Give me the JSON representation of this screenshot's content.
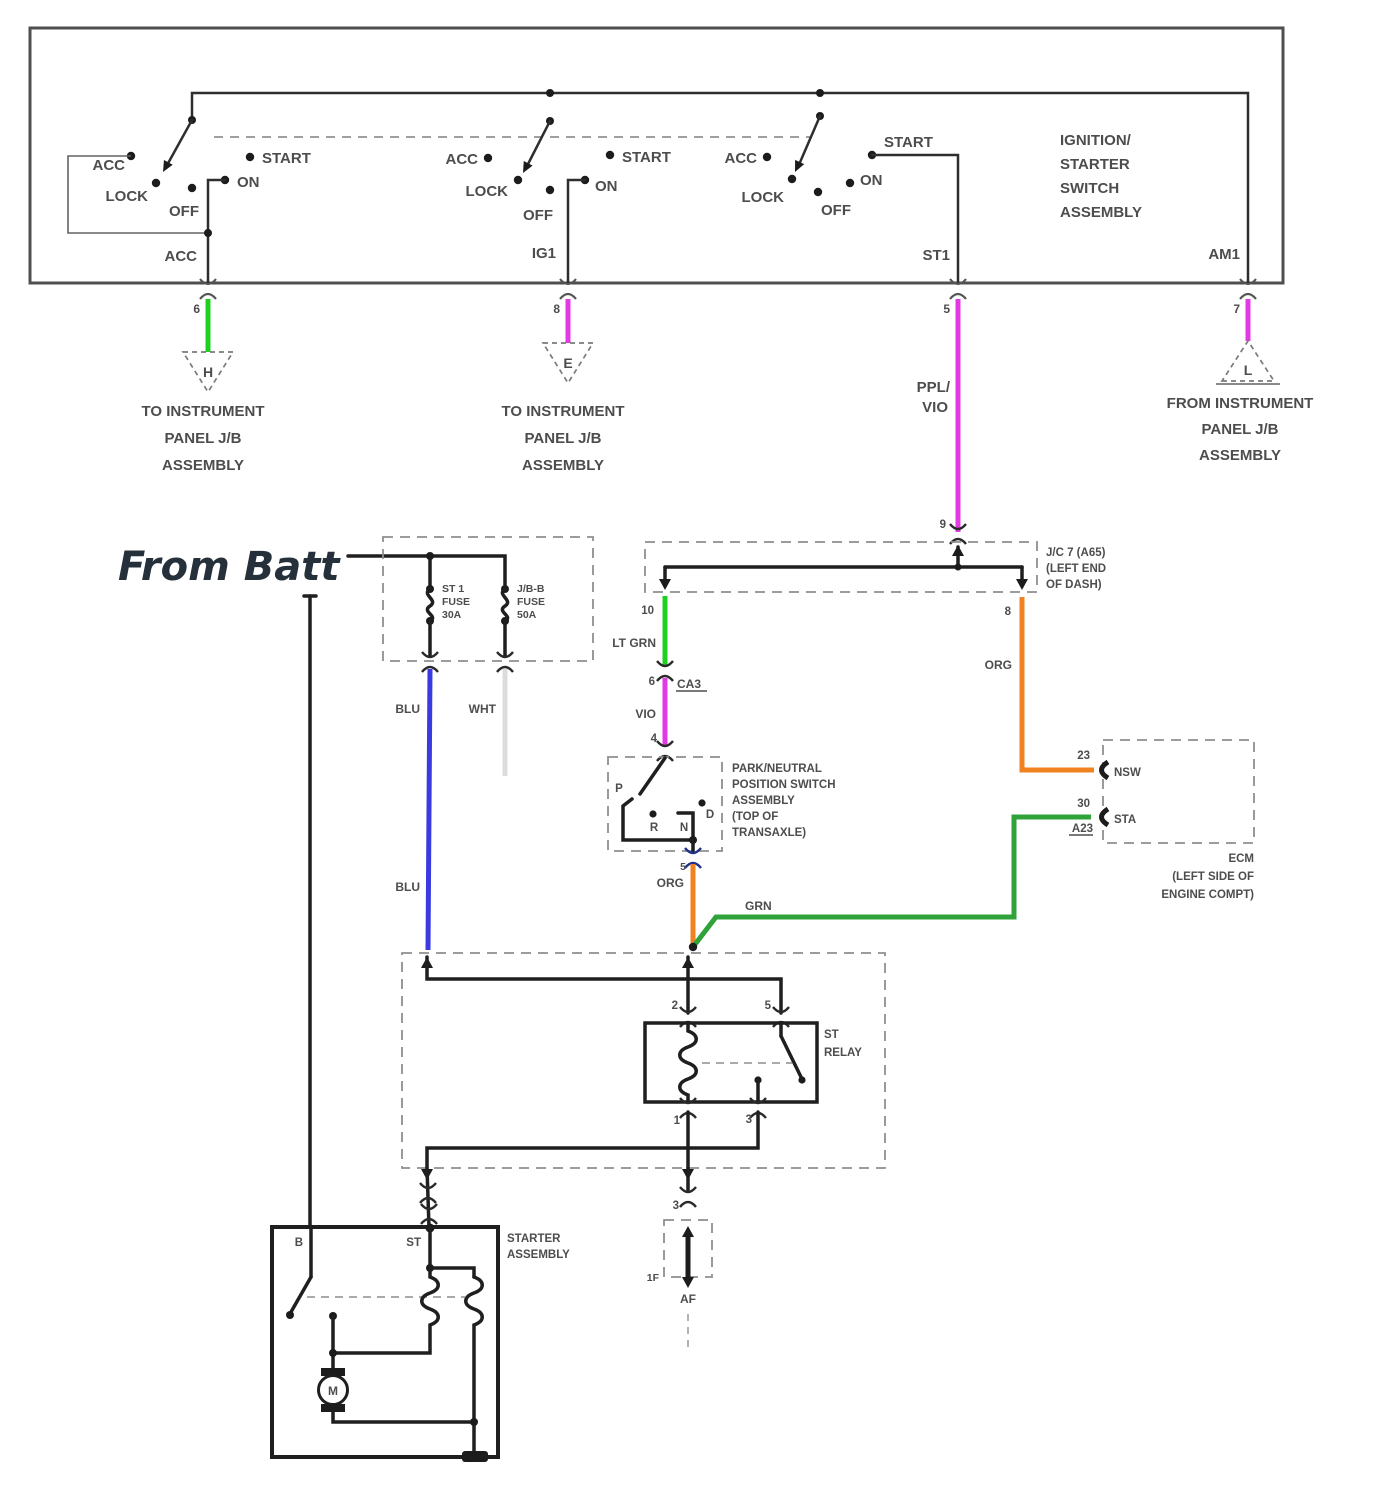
{
  "ignition": {
    "title": [
      "IGNITION/",
      "STARTER",
      "SWITCH",
      "ASSEMBLY"
    ],
    "switches": [
      {
        "acc": "ACC",
        "lock": "LOCK",
        "off": "OFF",
        "on": "ON",
        "start": "START",
        "out": "ACC",
        "pin": "6"
      },
      {
        "acc": "ACC",
        "lock": "LOCK",
        "off": "OFF",
        "on": "ON",
        "start": "START",
        "out": "IG1",
        "pin": "8"
      },
      {
        "acc": "ACC",
        "lock": "LOCK",
        "off": "OFF",
        "on": "ON",
        "start": "START",
        "out": "ST1",
        "pin": "5"
      }
    ],
    "am1": "AM1",
    "am1_pin": "7"
  },
  "triangles": {
    "h": {
      "letter": "H",
      "lines": [
        "TO INSTRUMENT",
        "PANEL J/B",
        "ASSEMBLY"
      ]
    },
    "e": {
      "letter": "E",
      "lines": [
        "TO INSTRUMENT",
        "PANEL J/B",
        "ASSEMBLY"
      ]
    },
    "l": {
      "letter": "L",
      "lines": [
        "FROM INSTRUMENT",
        "PANEL J/B",
        "ASSEMBLY"
      ]
    }
  },
  "battery": {
    "label": "From Batt"
  },
  "fusebox": {
    "fuse1": [
      "ST 1",
      "FUSE",
      "30A"
    ],
    "fuse2": [
      "J/B-B",
      "FUSE",
      "50A"
    ]
  },
  "wire_labels": {
    "ppl": "PPL/",
    "vio_top": "VIO",
    "blu_upper": "BLU",
    "blu_lower": "BLU",
    "wht": "WHT",
    "lt_grn": "LT GRN",
    "vio": "VIO",
    "org_right": "ORG",
    "org_mid": "ORG",
    "grn": "GRN"
  },
  "jc7": {
    "pin_in": "9",
    "pin_left": "10",
    "pin_right": "8",
    "lines": [
      "J/C 7 (A65)",
      "(LEFT END",
      "OF DASH)"
    ]
  },
  "ca3": {
    "pin": "6",
    "name": "CA3"
  },
  "pnp": {
    "pin_in": "4",
    "pin_out": "5",
    "p": "P",
    "r": "R",
    "n": "N",
    "d": "D",
    "lines": [
      "PARK/NEUTRAL",
      "POSITION SWITCH",
      "ASSEMBLY",
      "(TOP OF",
      "TRANSAXLE)"
    ]
  },
  "ecm": {
    "pin23": "23",
    "nsw": "NSW",
    "pin30": "30",
    "a23": "A23",
    "sta": "STA",
    "lines": [
      "ECM",
      "(LEFT SIDE OF",
      "ENGINE COMPT)"
    ]
  },
  "relay": {
    "name": [
      "ST",
      "RELAY"
    ],
    "pin2": "2",
    "pin5": "5",
    "pin1": "1",
    "pin3": "3"
  },
  "af": {
    "pin": "3",
    "side": "1F",
    "name": "AF"
  },
  "starter": {
    "name": [
      "STARTER",
      "ASSEMBLY"
    ],
    "b": "B",
    "st": "ST",
    "motor": "M"
  },
  "colors": {
    "lt_green_wire": "#1fd11f",
    "violet_wire": "#e23ae2",
    "orange_wire": "#f08222",
    "green_wire": "#2fa33a",
    "blue_wire": "#3a3ae0",
    "white_wire": "#dcdcdc",
    "line": "#1f1f1f"
  }
}
